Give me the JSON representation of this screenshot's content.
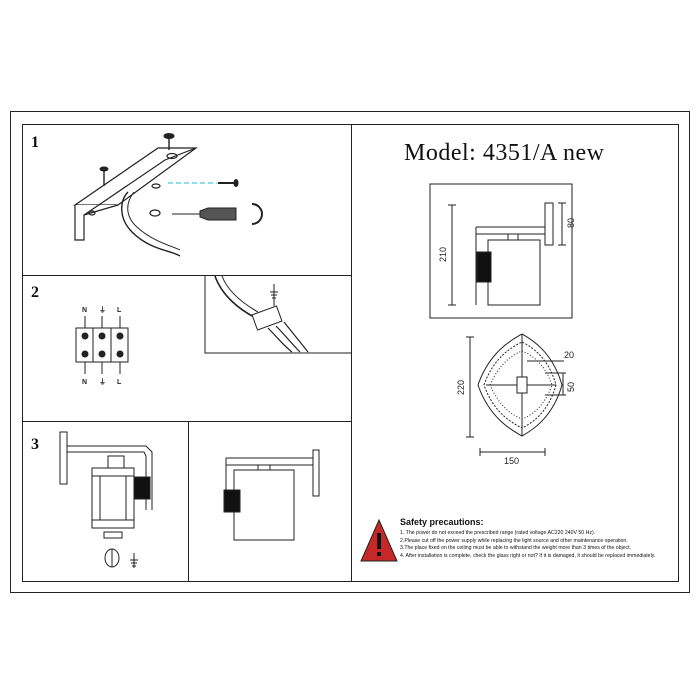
{
  "model_title": "Model: 4351/A new",
  "steps": [
    "1",
    "2",
    "3"
  ],
  "wiring_labels": {
    "top": [
      "N",
      "⏚",
      "L"
    ],
    "bottom": [
      "N",
      "⏚",
      "L"
    ]
  },
  "dimensions": {
    "height_side": "210",
    "bracket": "80",
    "height_front": "220",
    "depth": "20",
    "offset": "50",
    "width": "150"
  },
  "safety": {
    "heading": "Safety precautions:",
    "lines": [
      "1. The power do not exceed the prescribed range (rated voltage AC220 240V 50 Hz).",
      "2.Please cut off the power supply while replacing the light source and other maintenance operation.",
      "3.The place fixed on the ceiling must be able to withstand the weight more than 3 times of the object.",
      "4. After installation is complete, check the glass right or not? If it is damaged, it should be replaced immediately."
    ]
  },
  "colors": {
    "line": "#222222",
    "accent_dash": "#4fc6d6",
    "warning_fill": "#c62828"
  },
  "icons": [
    "screw-icon",
    "screwdriver-icon",
    "ground-symbol-icon",
    "warning-triangle-icon",
    "terminal-block-icon"
  ]
}
